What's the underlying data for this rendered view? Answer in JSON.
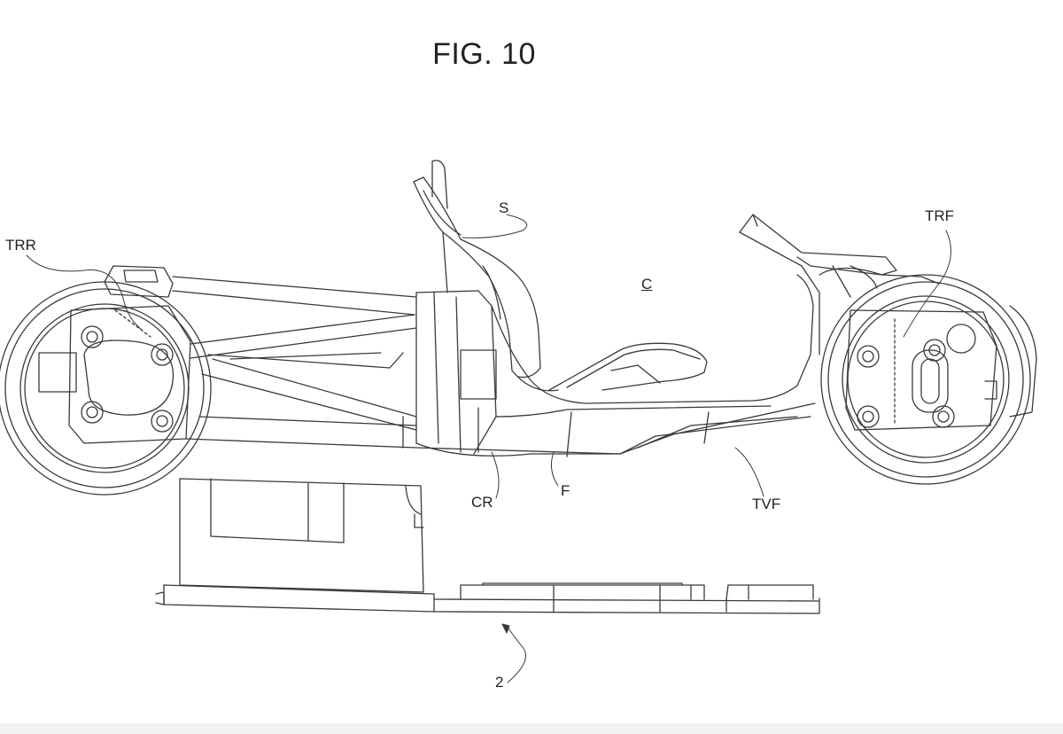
{
  "figure": {
    "title": "FIG. 10"
  },
  "labels": {
    "seat": "S",
    "cabin": "C",
    "rear_wheel_assembly": "TRR",
    "front_wheel_assembly": "TRF",
    "crossmember": "CR",
    "floor": "F",
    "front_tube": "TVF",
    "battery_pack": "2"
  },
  "colors": {
    "line": "#3a3a3a",
    "text": "#222222",
    "background": "#ffffff"
  }
}
